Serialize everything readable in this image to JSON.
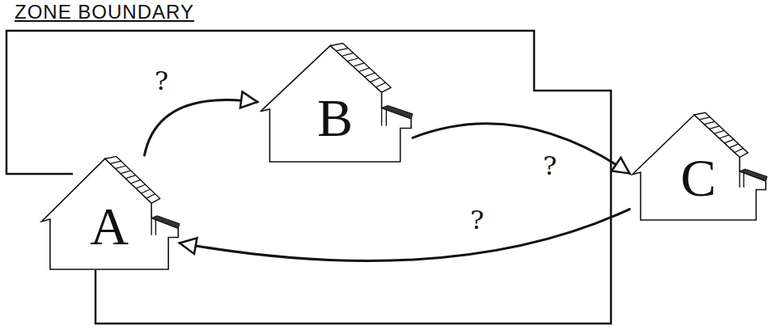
{
  "diagram": {
    "nodes": [
      {
        "text": [
          "ZONE BOUNDARY"
        ]
      },
      {
        "text": [
          "A"
        ],
        "in": 0
      },
      {
        "text": [
          "B"
        ],
        "in": 0
      },
      {
        "text": [
          "C"
        ]
      }
    ],
    "edges": [
      {
        "from": 1,
        "to": 2,
        "arrow": "to",
        "label": "?"
      },
      {
        "from": 2,
        "to": 3,
        "arrow": "to",
        "label": "?"
      },
      {
        "from": 3,
        "to": 1,
        "arrow": "to",
        "label": "?"
      }
    ]
  }
}
